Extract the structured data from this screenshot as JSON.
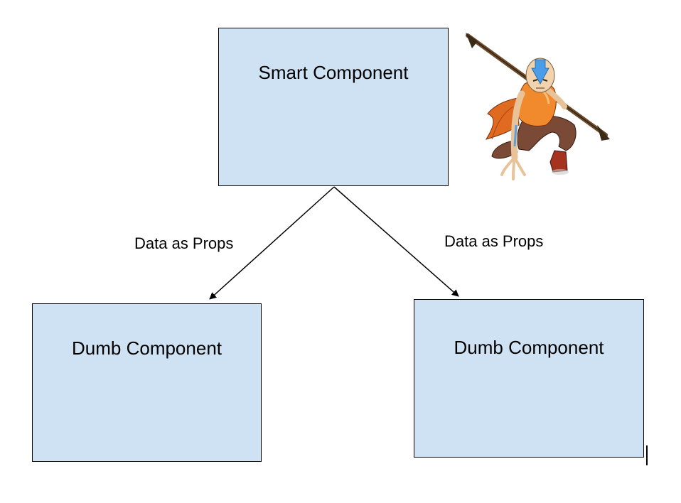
{
  "diagram": {
    "nodes": {
      "smart": {
        "label": "Smart Component"
      },
      "dumb_left": {
        "label": "Dumb Component"
      },
      "dumb_right": {
        "label": "Dumb Component"
      }
    },
    "edges": [
      {
        "from": "smart",
        "to": "dumb_left",
        "label": "Data as Props"
      },
      {
        "from": "smart",
        "to": "dumb_right",
        "label": "Data as Props"
      }
    ],
    "colors": {
      "box_fill": "#cfe2f3",
      "stroke": "#000000"
    },
    "illustration": "aang-character-with-staff"
  }
}
